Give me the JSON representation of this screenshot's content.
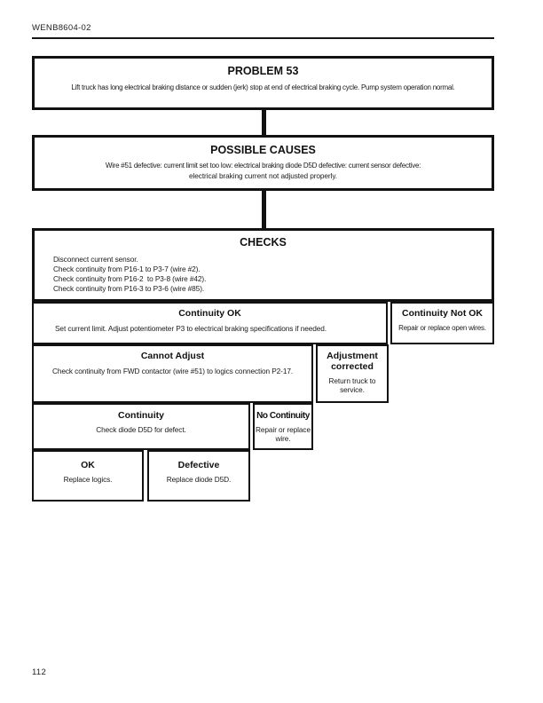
{
  "colors": {
    "ink": "#1a1a1a",
    "border": "#121212",
    "paper": "#ffffff"
  },
  "page": {
    "header_code": "WENB8604-02",
    "page_number": "112"
  },
  "problem": {
    "title": "PROBLEM 53",
    "body": "Lift truck has long electrical braking distance or sudden (jerk) stop at end of electrical braking cycle. Pump system operation normal."
  },
  "possible_causes": {
    "title": "POSSIBLE CAUSES",
    "line1": "Wire #51 defective: current limit set too low: electrical braking diode D5D defective: current sensor defective:",
    "line2": "electrical braking current not adjusted properly."
  },
  "checks": {
    "title": "CHECKS",
    "lines": [
      "Disconnect current sensor.",
      "Check continuity from P16-1 to P3-7 (wire #2).",
      "Check continuity from P16-2  to P3-8 (wire #42).",
      "Check continuity from P16-3 to P3-6 (wire #85)."
    ]
  },
  "steps": {
    "continuity_ok": {
      "title": "Continuity OK",
      "body": "Set current limit. Adjust potentiometer P3 to electrical braking specifications if needed."
    },
    "continuity_not_ok": {
      "title": "Continuity Not OK",
      "body": "Repair or replace open wires."
    },
    "cannot_adjust": {
      "title": "Cannot Adjust",
      "body": "Check continuity from FWD contactor (wire #51) to logics connection P2-17."
    },
    "adjustment_corrected": {
      "title": "Adjustment corrected",
      "body": "Return truck to service."
    },
    "continuity": {
      "title": "Continuity",
      "body": "Check diode D5D for defect."
    },
    "no_continuity": {
      "title": "No Continuity",
      "body": "Repair or replace wire."
    },
    "ok": {
      "title": "OK",
      "body": "Replace logics."
    },
    "defective": {
      "title": "Defective",
      "body": "Replace diode D5D."
    }
  }
}
